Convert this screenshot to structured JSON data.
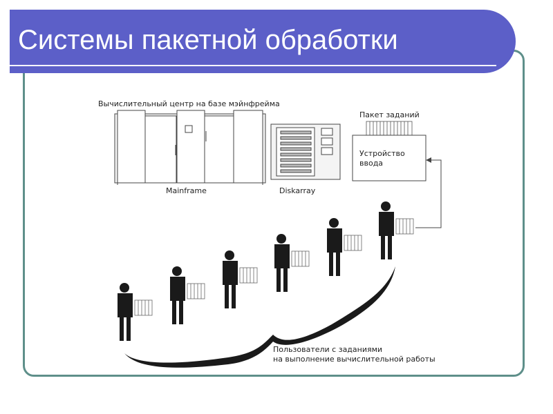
{
  "slide": {
    "title": "Системы пакетной обработки"
  },
  "diagram": {
    "center_label": "Вычислительный центр на базе мэйнфрейма",
    "mainframe_label": "Mainframe",
    "diskarray_label": "Diskarray",
    "job_packet_label": "Пакет заданий",
    "input_device_line1": "Устройство",
    "input_device_line2": "ввода",
    "users_line1": "Пользователи с заданиями",
    "users_line2": "на выполнение вычислительной работы"
  },
  "colors": {
    "banner": "#5c5fc8",
    "frame": "#5e8f8a",
    "person": "#1a1a1a"
  }
}
